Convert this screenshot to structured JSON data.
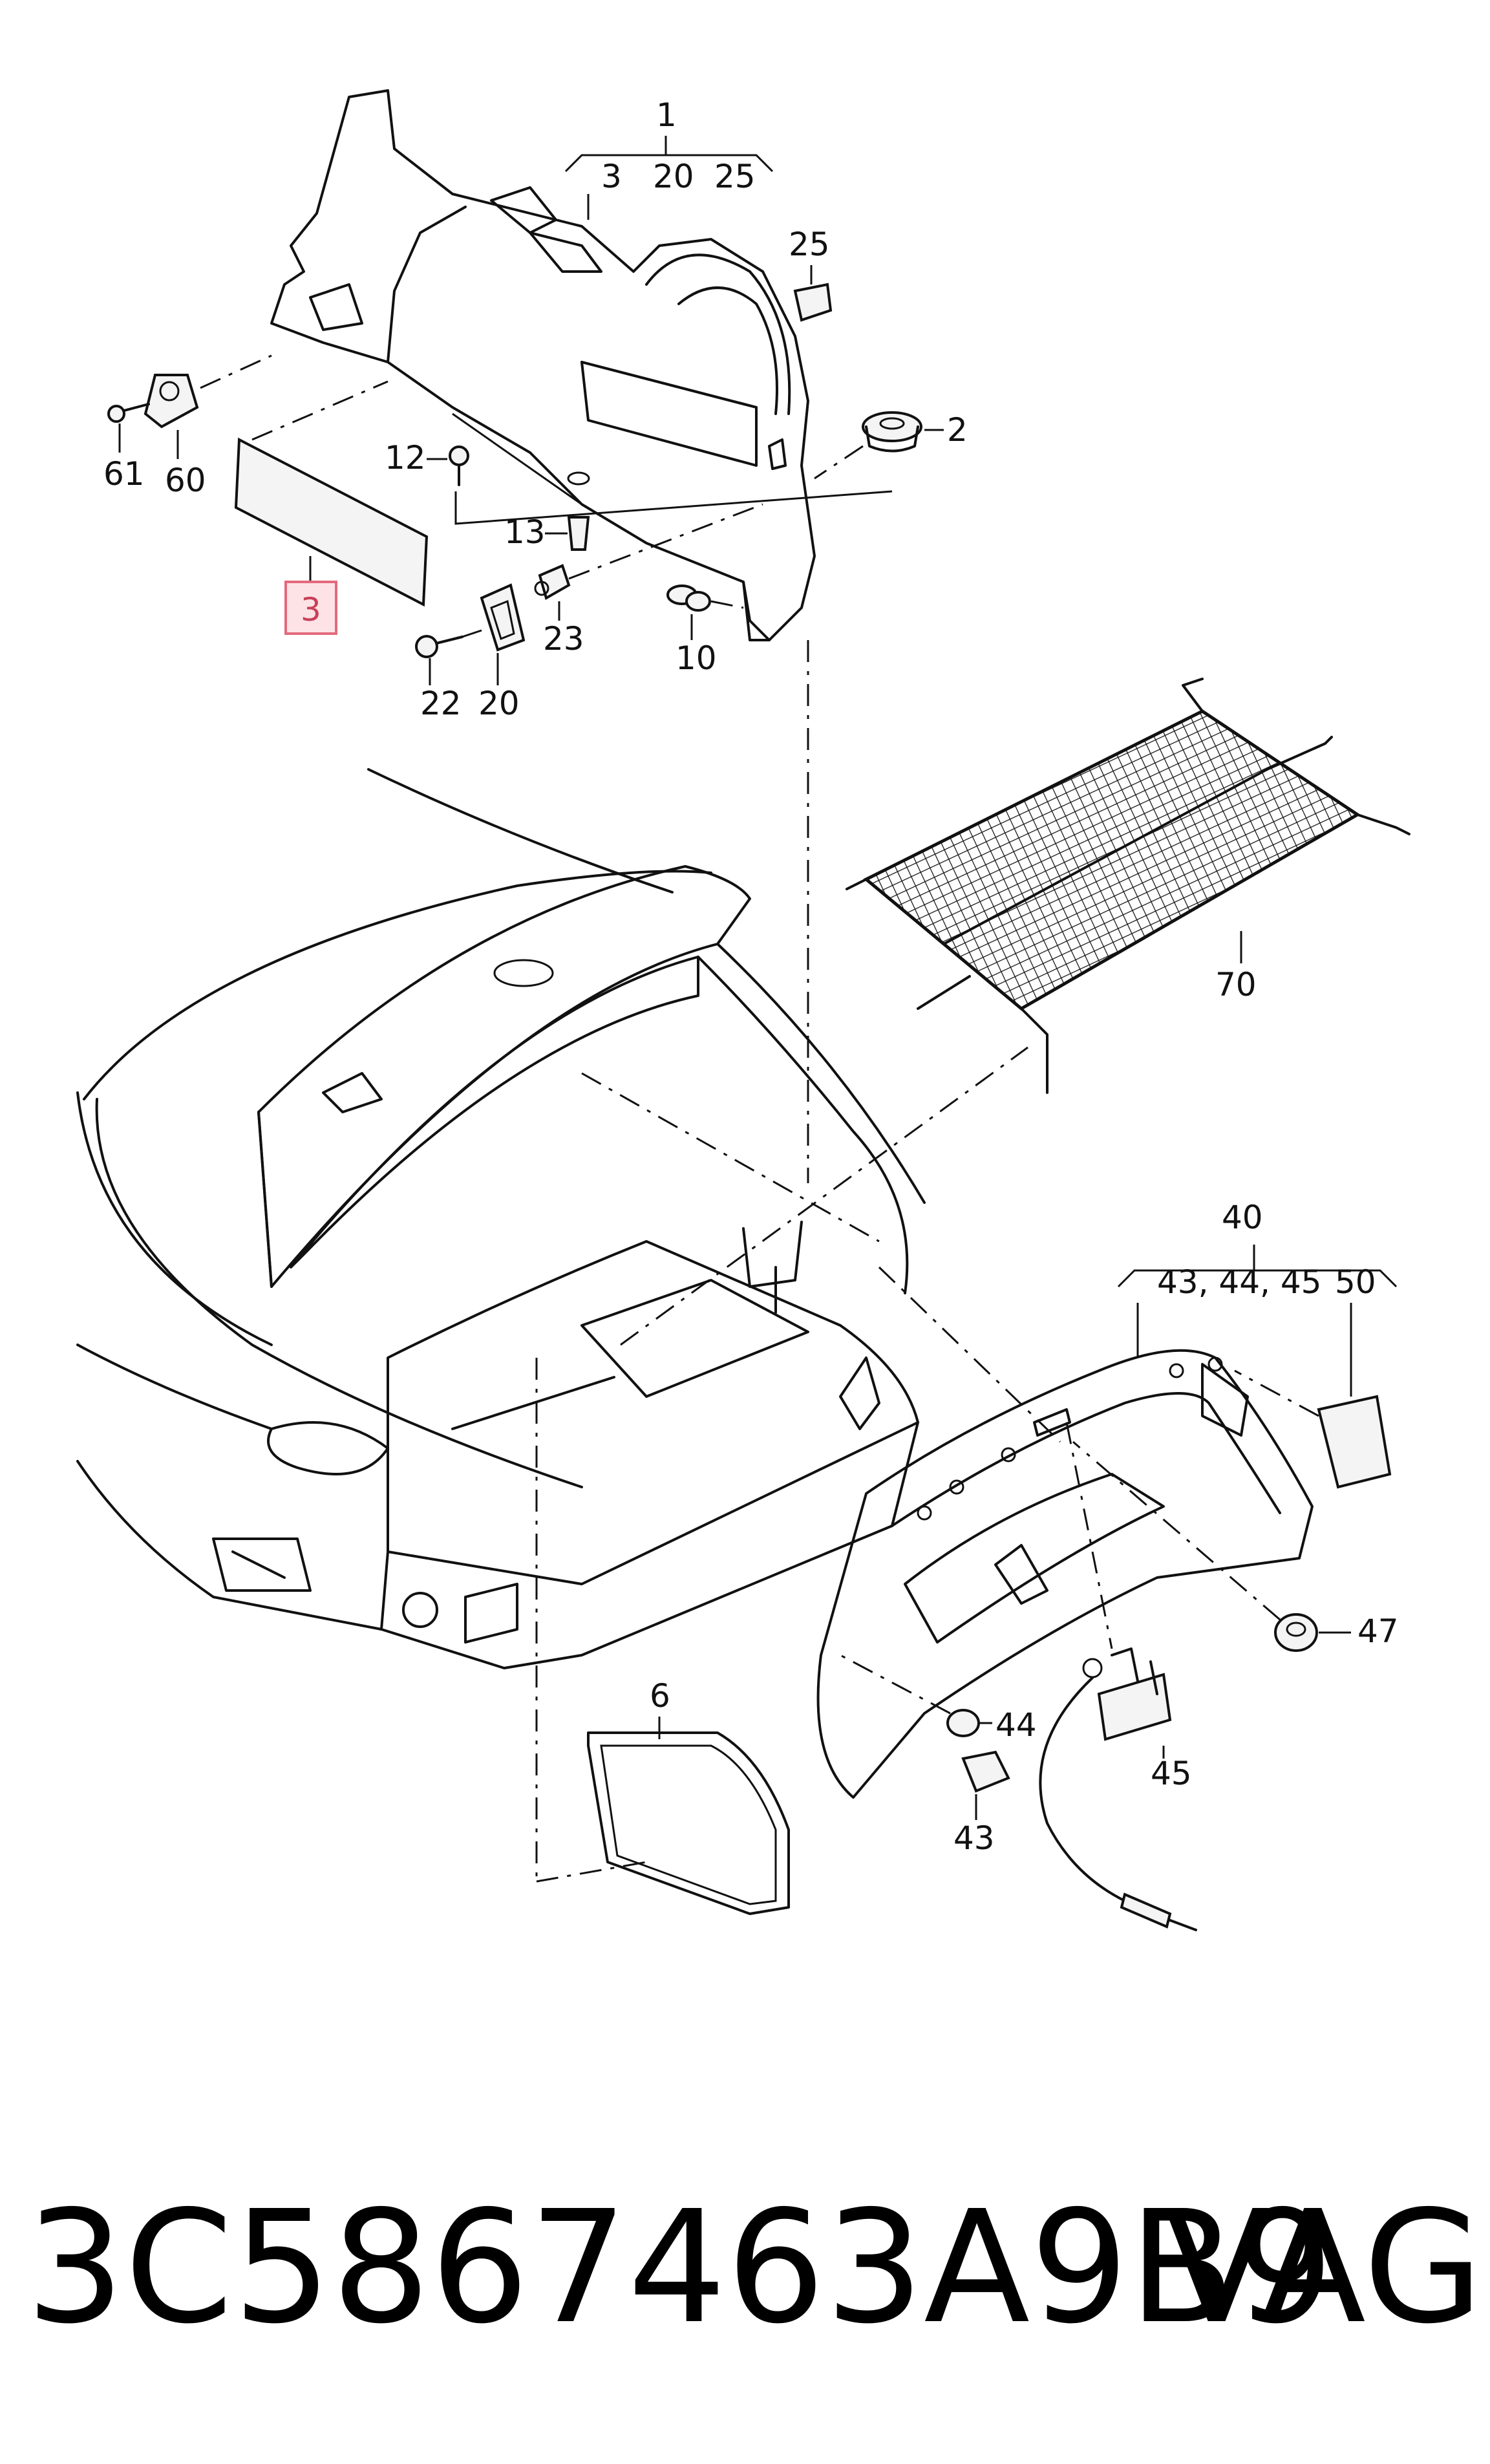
{
  "labels": {
    "p1": "1",
    "p1_sub3": "3",
    "p1_sub20": "20",
    "p1_sub25": "25",
    "p25": "25",
    "p2": "2",
    "p12": "12",
    "p13": "13",
    "p23": "23",
    "p10": "10",
    "p22": "22",
    "p20": "20",
    "p61": "61",
    "p60": "60",
    "p3": "3",
    "p70": "70",
    "p40": "40",
    "p40_sub": "43, 44, 45",
    "p50": "50",
    "p47": "47",
    "p44": "44",
    "p45": "45",
    "p43": "43",
    "p6": "6"
  },
  "footer": {
    "part_number": "3C5867463A9B9",
    "brand": "VAG"
  },
  "colors": {
    "highlight_fill": "#fde3e6",
    "highlight_stroke": "#e36a7c"
  }
}
